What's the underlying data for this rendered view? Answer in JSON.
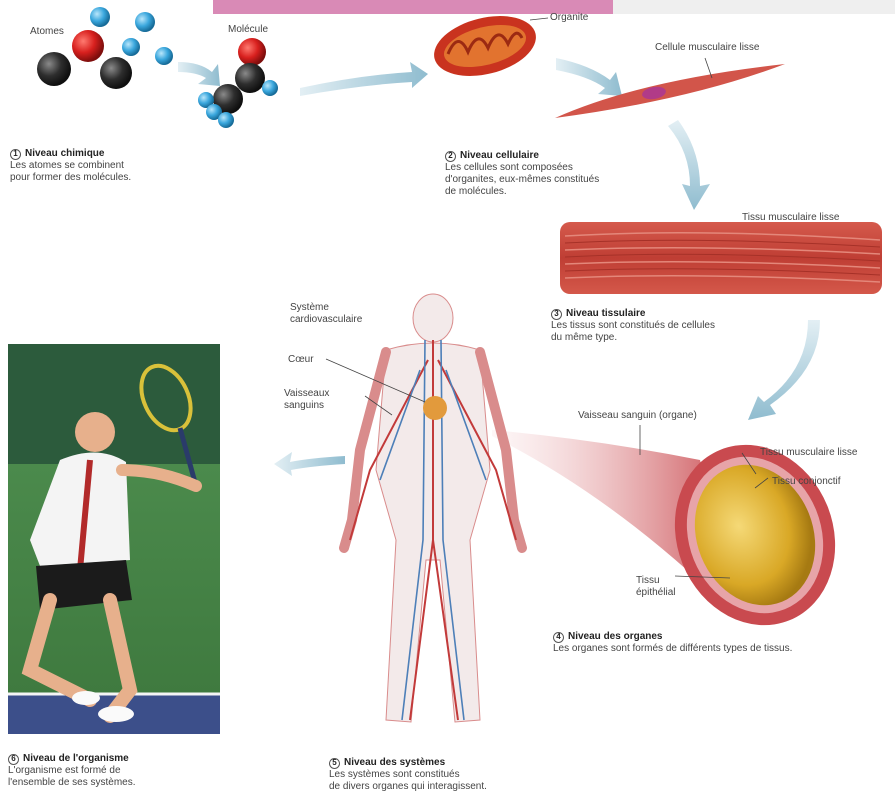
{
  "labels": {
    "atomes": "Atomes",
    "molecule": "Molécule",
    "organite": "Organite",
    "cellule": "Cellule musculaire lisse",
    "tissu": "Tissu musculaire lisse",
    "systeme": "Système\ncardiovasculaire",
    "coeur": "Cœur",
    "vaisseaux": "Vaisseaux\nsanguins",
    "vaisseau_organe": "Vaisseau sanguin (organe)",
    "tissu_musc": "Tissu musculaire lisse",
    "tissu_conj": "Tissu conjonctif",
    "tissu_epi": "Tissu\népithélial"
  },
  "levels": [
    {
      "num": "1",
      "title": "Niveau chimique",
      "text": "Les atomes se combinent\npour former des molécules."
    },
    {
      "num": "2",
      "title": "Niveau cellulaire",
      "text": "Les cellules sont composées\nd'organites, eux-mêmes constitués\nde molécules."
    },
    {
      "num": "3",
      "title": "Niveau tissulaire",
      "text": "Les tissus sont constitués de cellules\ndu même type."
    },
    {
      "num": "4",
      "title": "Niveau des organes",
      "text": "Les organes sont formés de différents types de tissus."
    },
    {
      "num": "5",
      "title": "Niveau des systèmes",
      "text": "Les systèmes sont constitués\nde divers organes qui interagissent."
    },
    {
      "num": "6",
      "title": "Niveau de l'organisme",
      "text": "L'organisme est formé de\nl'ensemble de ses systèmes."
    }
  ],
  "colors": {
    "arrow": "#9cc3d4",
    "atom_red": "#d8201e",
    "atom_dark": "#2e2e2e",
    "atom_blue": "#3aa7dd",
    "muscle": "#c9463c",
    "vessel_outer": "#c94a4f",
    "vessel_inner": "#d9a826"
  }
}
